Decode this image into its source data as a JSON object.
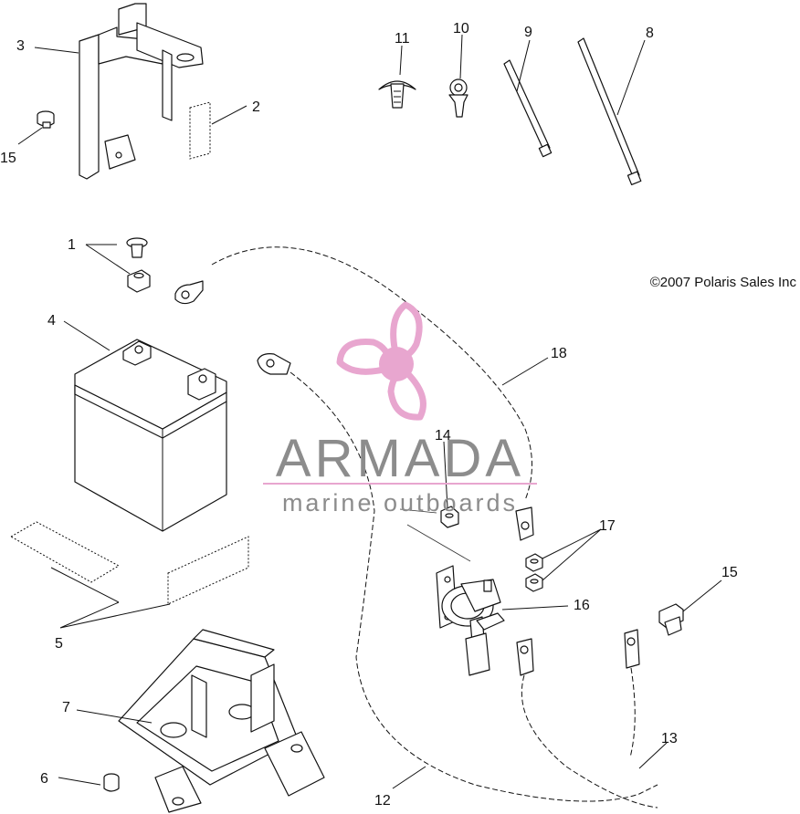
{
  "copyright": "©2007 Polaris Sales Inc",
  "callouts": [
    "1",
    "2",
    "3",
    "4",
    "5",
    "6",
    "7",
    "8",
    "9",
    "10",
    "11",
    "12",
    "13",
    "14",
    "15",
    "15",
    "16",
    "17",
    "18"
  ],
  "watermark": {
    "title": "ARMADA",
    "subtitle": "marine outboards",
    "brand_color": "#e8a6cf",
    "text_color": "#8c8c8c"
  },
  "icons": {
    "logo": "propeller-logo-icon"
  }
}
